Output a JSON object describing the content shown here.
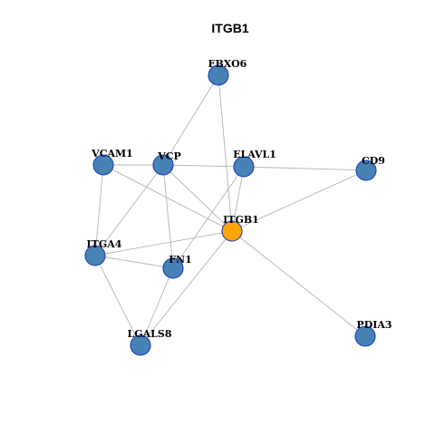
{
  "title": "ITGB1",
  "colors": {
    "node_fill": "#4682b4",
    "center_fill": "#ffa500",
    "node_stroke": "#1f3fbf",
    "edge": "#b3b3b3"
  },
  "nodes": [
    {
      "id": "FBXO6",
      "label": "FBXO6"
    },
    {
      "id": "VCAM1",
      "label": "VCAM1"
    },
    {
      "id": "VCP",
      "label": "VCP"
    },
    {
      "id": "ELAVL1",
      "label": "ELAVL1"
    },
    {
      "id": "CD9",
      "label": "CD9"
    },
    {
      "id": "ITGB1",
      "label": "ITGB1",
      "center": true
    },
    {
      "id": "ITGA4",
      "label": "ITGA4"
    },
    {
      "id": "FN1",
      "label": "FN1"
    },
    {
      "id": "LGALS8",
      "label": "LGALS8"
    },
    {
      "id": "PDIA3",
      "label": "PDIA3"
    }
  ],
  "edges": [
    [
      "FBXO6",
      "VCP"
    ],
    [
      "FBXO6",
      "ITGB1"
    ],
    [
      "VCAM1",
      "VCP"
    ],
    [
      "VCAM1",
      "ITGB1"
    ],
    [
      "VCAM1",
      "ITGA4"
    ],
    [
      "VCP",
      "ELAVL1"
    ],
    [
      "VCP",
      "ITGB1"
    ],
    [
      "VCP",
      "ITGA4"
    ],
    [
      "VCP",
      "FN1"
    ],
    [
      "ELAVL1",
      "CD9"
    ],
    [
      "ELAVL1",
      "ITGB1"
    ],
    [
      "ELAVL1",
      "FN1"
    ],
    [
      "CD9",
      "ITGB1"
    ],
    [
      "ITGB1",
      "ITGA4"
    ],
    [
      "ITGB1",
      "PDIA3"
    ],
    [
      "ITGB1",
      "LGALS8"
    ],
    [
      "ITGA4",
      "FN1"
    ],
    [
      "ITGA4",
      "LGALS8"
    ],
    [
      "FN1",
      "LGALS8"
    ]
  ]
}
